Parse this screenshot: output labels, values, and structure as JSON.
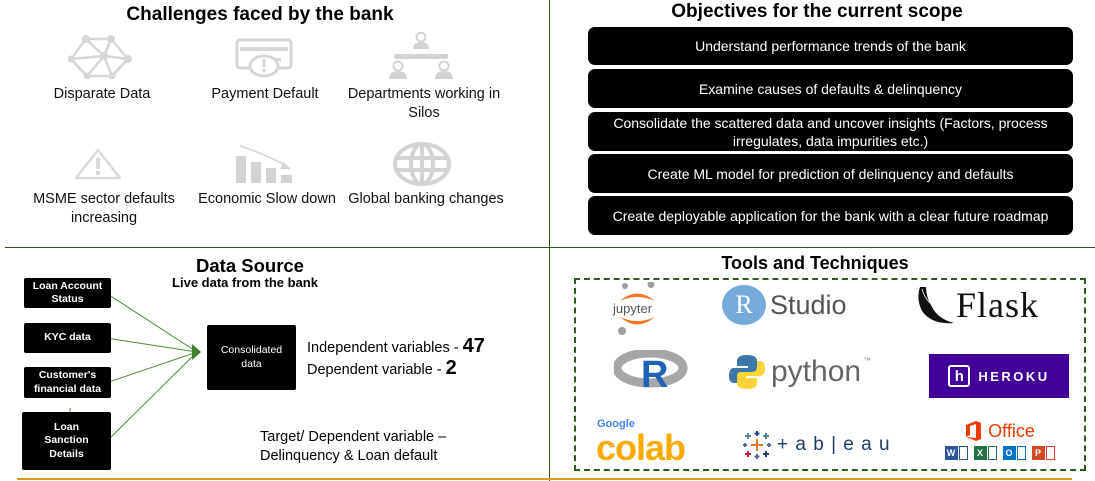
{
  "challenges": {
    "title": "Challenges faced by the bank",
    "items": [
      {
        "label": "Disparate Data",
        "icon": "network-icon"
      },
      {
        "label": "Payment Default",
        "icon": "credit-card-alert-icon"
      },
      {
        "label": "Departments working in Silos",
        "icon": "org-chart-icon"
      },
      {
        "label": "MSME sector defaults increasing",
        "icon": "warning-icon"
      },
      {
        "label": "Economic Slow down",
        "icon": "declining-bar-chart-icon"
      },
      {
        "label": "Global banking changes",
        "icon": "globe-icon"
      }
    ]
  },
  "objectives": {
    "title": "Objectives for the current scope",
    "items": [
      "Understand performance trends of the bank",
      "Examine causes of defaults & delinquency",
      "Consolidate the scattered data and uncover insights (Factors, process irregulates, data impurities etc.)",
      "Create ML model for prediction of delinquency and defaults",
      "Create deployable application for the bank with a clear future roadmap"
    ]
  },
  "data_source": {
    "title": "Data Source",
    "subtitle": "Live data from the bank",
    "sources": [
      "Loan Account Status",
      "KYC data",
      "Customer's financial data",
      "Loan Sanction Details"
    ],
    "target_box": "Consolidated data",
    "independent_label": "Independent variables - ",
    "independent_count": "47",
    "dependent_label": "Dependent variable - ",
    "dependent_count": "2",
    "target_line1": "Target/ Dependent variable  –",
    "target_line2": "Delinquency & Loan default"
  },
  "tools": {
    "title": "Tools and Techniques",
    "logos": {
      "jupyter": "jupyter",
      "rstudio_r": "R",
      "rstudio_text": "Studio",
      "flask": "Flask",
      "r": "R",
      "python": "python",
      "python_tm": "™",
      "heroku": "HEROKU",
      "colab_google": "Google",
      "colab": "colab",
      "tableau": "+ a b | e a u",
      "office": "Office",
      "office_apps": [
        "W",
        "X",
        "O",
        "P"
      ]
    }
  },
  "colors": {
    "divider": "#2e5a1f",
    "gold": "#d4a017",
    "icon_gray": "#d3d3d3",
    "jupyter_orange": "#f37726",
    "rstudio_blue": "#75aadb",
    "heroku_purple": "#430098",
    "office_red": "#eb3c00"
  }
}
